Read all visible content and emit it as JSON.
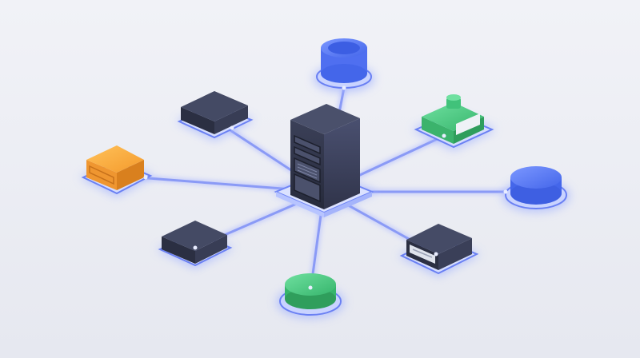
{
  "scene": {
    "background": "#eceef4",
    "link_color": "#7f8ff5",
    "glow_color": "#b9c4ff",
    "pad_color": "#c9d3ff",
    "pad_edge": "#5d74f0"
  },
  "hub": {
    "icon": "server-rack-icon",
    "body_color": "#2f3347",
    "top_color": "#3d4258"
  },
  "nodes": [
    {
      "id": "cylinder-top",
      "icon": "database-cylinder-icon",
      "color": "#4f6ff0"
    },
    {
      "id": "green-box",
      "icon": "green-device-icon",
      "color": "#3fc77b"
    },
    {
      "id": "blue-puck-right",
      "icon": "blue-disk-icon",
      "color": "#4d73f0"
    },
    {
      "id": "dark-device-lower-right",
      "icon": "storage-drive-icon",
      "color": "#2f3347"
    },
    {
      "id": "green-puck-bottom",
      "icon": "green-disk-icon",
      "color": "#3fc77b"
    },
    {
      "id": "dark-box-lower-left",
      "icon": "dark-module-icon",
      "color": "#2f3347"
    },
    {
      "id": "orange-box-left",
      "icon": "orange-device-icon",
      "color": "#f2a03a"
    },
    {
      "id": "dark-box-upper-left",
      "icon": "dark-module-icon",
      "color": "#2f3347"
    }
  ]
}
